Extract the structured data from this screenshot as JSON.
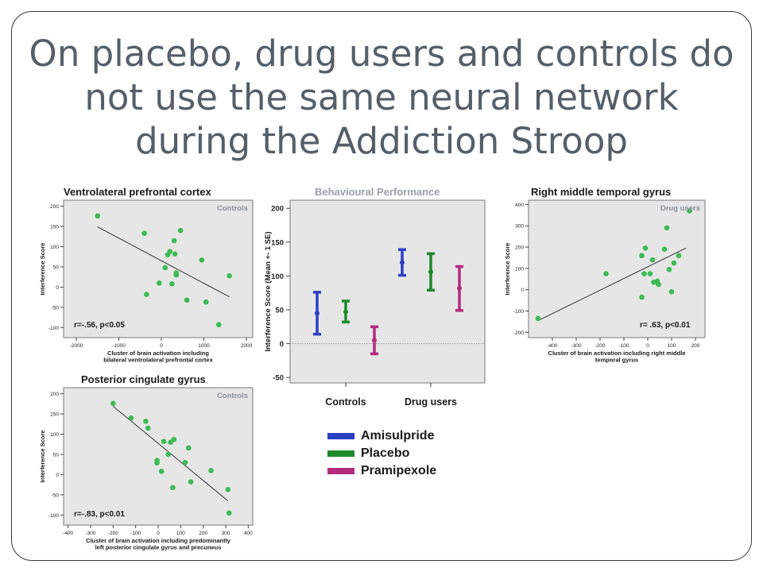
{
  "slide": {
    "title": "On placebo, drug users and controls do not use the same neural network during the Addiction Stroop"
  },
  "colors": {
    "point": "#3cba54",
    "amisulpride": "#2a3fc4",
    "placebo": "#1e8a2c",
    "pramipexole": "#b32a7e"
  },
  "legend": [
    {
      "label": "Amisulpride",
      "color": "#2a3fc4"
    },
    {
      "label": "Placebo",
      "color": "#1e8a2c"
    },
    {
      "label": "Pramipexole",
      "color": "#b32a7e"
    }
  ],
  "chart_data": [
    {
      "type": "scatter",
      "title": "Ventrolateral prefrontal cortex",
      "group_label": "Controls",
      "annotation": "r=-.56, p<0.05",
      "xlabel": "Cluster of brain activation including bilateral ventrolateral prefrontal cortex",
      "ylabel": "Interference Score",
      "xlim": [
        -2300,
        2150
      ],
      "ylim": [
        -125,
        215
      ],
      "xticks": [
        -2000,
        -1000,
        0,
        1000,
        2000
      ],
      "yticks": [
        -100,
        -50,
        0,
        50,
        100,
        150,
        200
      ],
      "points": [
        [
          -1500,
          176
        ],
        [
          -400,
          133
        ],
        [
          300,
          115
        ],
        [
          450,
          140
        ],
        [
          -50,
          10
        ],
        [
          -350,
          -18
        ],
        [
          150,
          80
        ],
        [
          200,
          88
        ],
        [
          320,
          82
        ],
        [
          90,
          48
        ],
        [
          250,
          8
        ],
        [
          350,
          35
        ],
        [
          350,
          30
        ],
        [
          600,
          -32
        ],
        [
          950,
          67
        ],
        [
          1050,
          -37
        ],
        [
          1350,
          -93
        ],
        [
          1600,
          28
        ]
      ],
      "trend": [
        [
          -1500,
          149
        ],
        [
          1600,
          -24
        ]
      ]
    },
    {
      "type": "scatter",
      "title": "Posterior cingulate gyrus",
      "group_label": "Controls",
      "annotation": "r=-.83, p<0.01",
      "xlabel": "Cluster of brain activation including predominantly left posterior cingulate gyrus and precuneus",
      "ylabel": "Interference Score",
      "xlim": [
        -420,
        420
      ],
      "ylim": [
        -125,
        215
      ],
      "xticks": [
        -400,
        -300,
        -200,
        -100,
        0,
        100,
        200,
        300,
        400
      ],
      "yticks": [
        -100,
        -50,
        0,
        50,
        100,
        150,
        200
      ],
      "points": [
        [
          -200,
          176
        ],
        [
          -120,
          140
        ],
        [
          -55,
          132
        ],
        [
          -45,
          115
        ],
        [
          -5,
          35
        ],
        [
          -5,
          29
        ],
        [
          15,
          8
        ],
        [
          25,
          82
        ],
        [
          45,
          50
        ],
        [
          55,
          80
        ],
        [
          70,
          87
        ],
        [
          65,
          -32
        ],
        [
          120,
          30
        ],
        [
          135,
          66
        ],
        [
          145,
          -18
        ],
        [
          235,
          10
        ],
        [
          310,
          -37
        ],
        [
          315,
          -95
        ]
      ],
      "trend": [
        [
          -200,
          169
        ],
        [
          310,
          -65
        ]
      ]
    },
    {
      "type": "scatter",
      "title": "Right middle temporal gyrus",
      "group_label": "Drug users",
      "annotation": "r= .63, p<0.01",
      "xlabel": "Cluster of brain activation including right middle temporal gyrus",
      "ylabel": "Interference Score",
      "xlim": [
        -500,
        240
      ],
      "ylim": [
        -225,
        420
      ],
      "xticks": [
        -400,
        -300,
        -200,
        -100,
        0,
        100,
        200
      ],
      "yticks": [
        -200,
        -100,
        0,
        100,
        200,
        300,
        400
      ],
      "points": [
        [
          -460,
          -135
        ],
        [
          -175,
          75
        ],
        [
          -25,
          160
        ],
        [
          -10,
          195
        ],
        [
          -15,
          75
        ],
        [
          -25,
          -35
        ],
        [
          10,
          75
        ],
        [
          20,
          140
        ],
        [
          25,
          35
        ],
        [
          40,
          40
        ],
        [
          45,
          25
        ],
        [
          70,
          190
        ],
        [
          80,
          290
        ],
        [
          90,
          95
        ],
        [
          100,
          -10
        ],
        [
          110,
          125
        ],
        [
          130,
          160
        ],
        [
          175,
          370
        ]
      ],
      "trend": [
        [
          -460,
          -145
        ],
        [
          160,
          195
        ]
      ]
    },
    {
      "type": "errorbar",
      "title": "Behavioural Performance",
      "ylabel": "Interference Score (Mean +- 1 SE)",
      "categories": [
        "Controls",
        "Drug users"
      ],
      "ylim": [
        -58,
        212
      ],
      "yticks": [
        -50,
        0,
        50,
        100,
        150,
        200
      ],
      "reference_line": 0,
      "series": [
        {
          "name": "Amisulpride",
          "values": [
            45,
            120
          ],
          "lower": [
            14,
            101
          ],
          "upper": [
            76,
            139
          ]
        },
        {
          "name": "Placebo",
          "values": [
            47,
            106
          ],
          "lower": [
            32,
            79
          ],
          "upper": [
            63,
            133
          ]
        },
        {
          "name": "Pramipexole",
          "values": [
            5,
            82
          ],
          "lower": [
            -15,
            49
          ],
          "upper": [
            25,
            114
          ]
        }
      ]
    }
  ]
}
